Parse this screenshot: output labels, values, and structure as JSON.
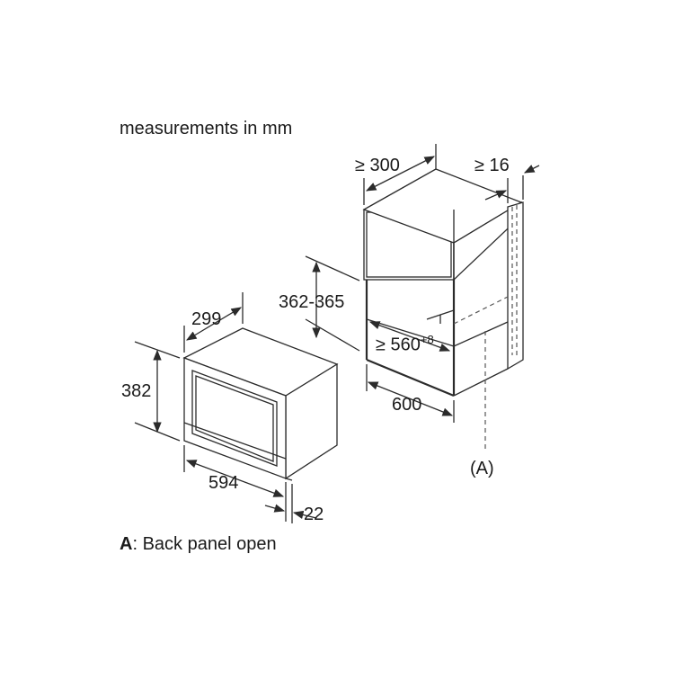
{
  "header": {
    "text": "measurements in mm"
  },
  "dimensions": {
    "niche_depth": "≥ 300",
    "niche_back_gap": "≥ 16",
    "niche_height": "362-365",
    "niche_width_min": "≥ 560",
    "niche_width_tolerance": "+8",
    "niche_width": "600",
    "appliance_depth": "299",
    "appliance_height": "382",
    "appliance_width": "594",
    "appliance_front": "22"
  },
  "callout": {
    "label": "(A)"
  },
  "legend": {
    "key": "A",
    "text": ": Back panel open"
  }
}
